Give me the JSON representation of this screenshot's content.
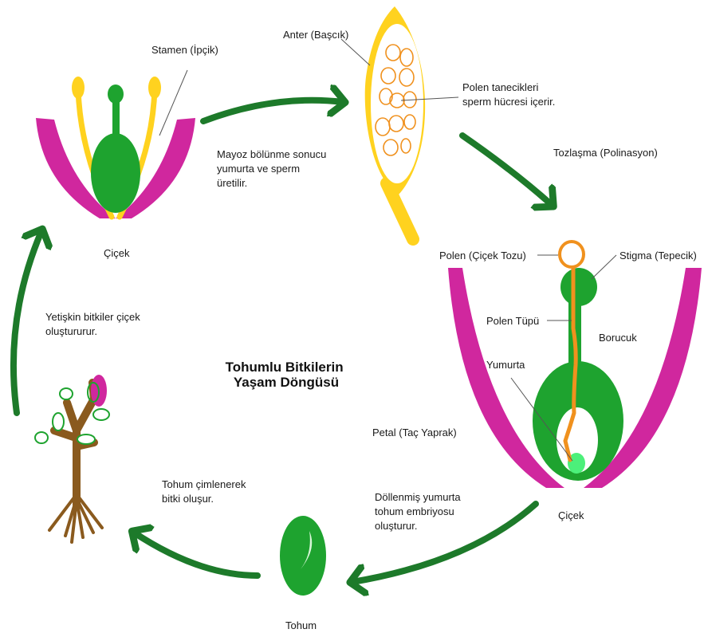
{
  "title": [
    "Tohumlu Bitkilerin",
    "Yaşam Döngüsü"
  ],
  "labels": {
    "stamen": "Stamen (İpçik)",
    "cicek_top": "Çiçek",
    "anter": "Anter (Başcık)",
    "polen_taneleri": [
      "Polen tanecikleri",
      "sperm hücresi içerir."
    ],
    "mayoz": [
      "Mayoz bölünme sonucu",
      "yumurta ve sperm",
      "üretilir."
    ],
    "tozlasma": "Tozlaşma (Polinasyon)",
    "polen": "Polen (Çiçek Tozu)",
    "stigma": "Stigma (Tepecik)",
    "polen_tupu": "Polen Tüpü",
    "borucuk": "Borucuk",
    "yumurta": "Yumurta",
    "petal": "Petal (Taç Yaprak)",
    "cicek_right": "Çiçek",
    "dollenmis": [
      "Döllenmiş yumurta",
      "tohum embriyosu",
      "oluşturur."
    ],
    "tohum": "Tohum",
    "cimlenme": [
      "Tohum çimlenerek",
      "bitki oluşur."
    ],
    "yetiskin": [
      "Yetişkin bitkiler çiçek",
      "oluştururur."
    ]
  },
  "colors": {
    "green": "#1ea32f",
    "arrow": "#1d7a2a",
    "magenta": "#d0279e",
    "yellow": "#ffd21f",
    "orange": "#f0911e",
    "brown": "#8a5a1e",
    "light_green": "#4cf07a"
  }
}
